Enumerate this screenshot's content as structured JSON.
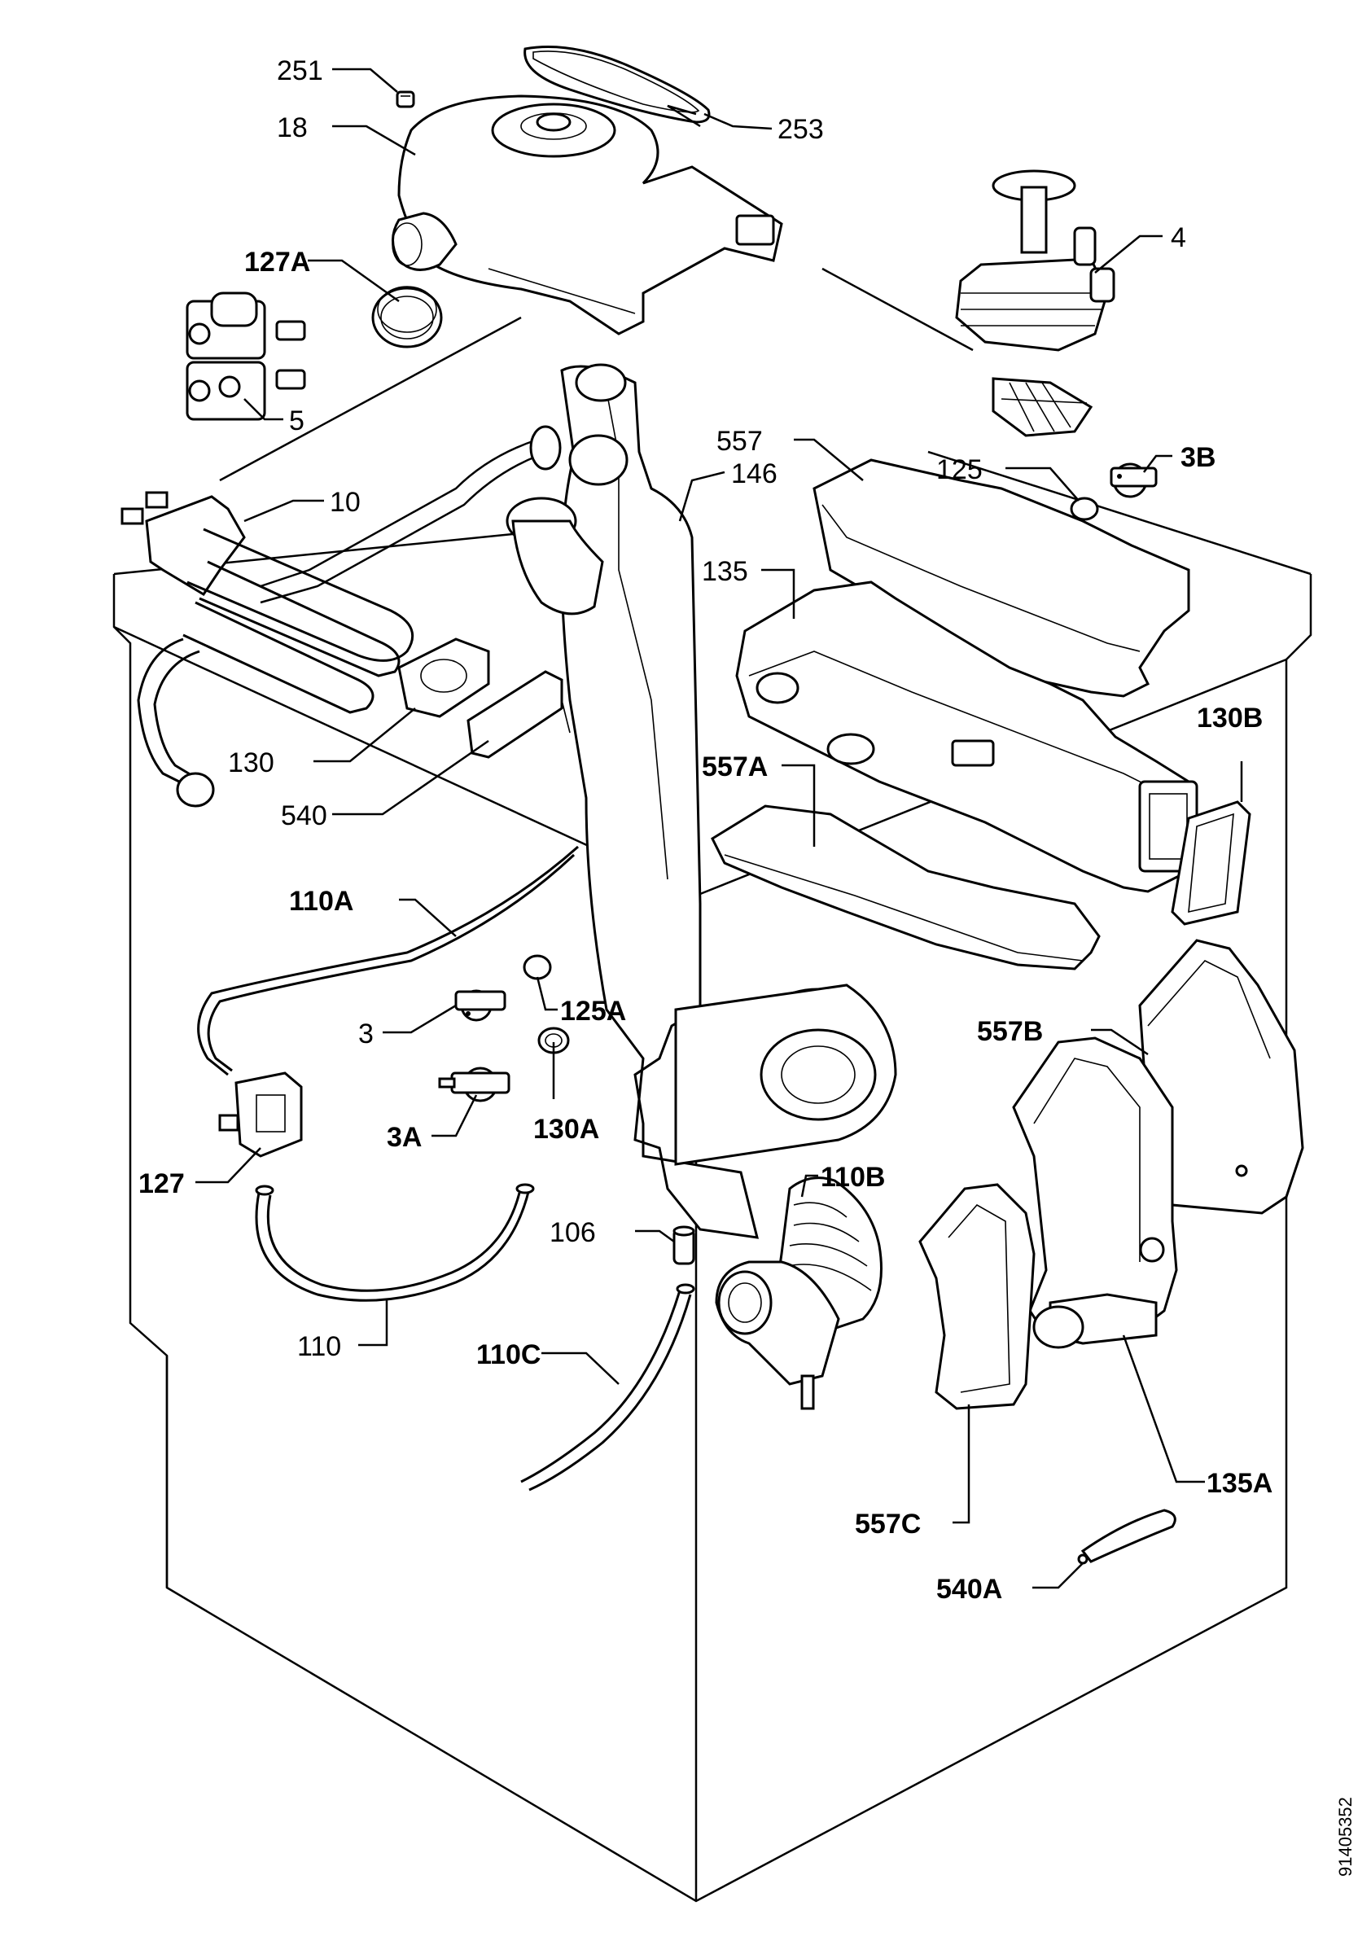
{
  "document_number": "91405352",
  "labels": {
    "l251": "251",
    "l18": "18",
    "l253": "253",
    "l4": "4",
    "l127A": "127A",
    "l5": "5",
    "l557": "557",
    "l125": "125",
    "l3B": "3B",
    "l146": "146",
    "l10": "10",
    "l135": "135",
    "l130B": "130B",
    "l130": "130",
    "l557A": "557A",
    "l540": "540",
    "l110A": "110A",
    "l125A": "125A",
    "l3": "3",
    "l557B": "557B",
    "l130A": "130A",
    "l3A": "3A",
    "l127": "127",
    "l110B": "110B",
    "l106": "106",
    "l110": "110",
    "l110C": "110C",
    "l135A": "135A",
    "l557C": "557C",
    "l540A": "540A"
  }
}
